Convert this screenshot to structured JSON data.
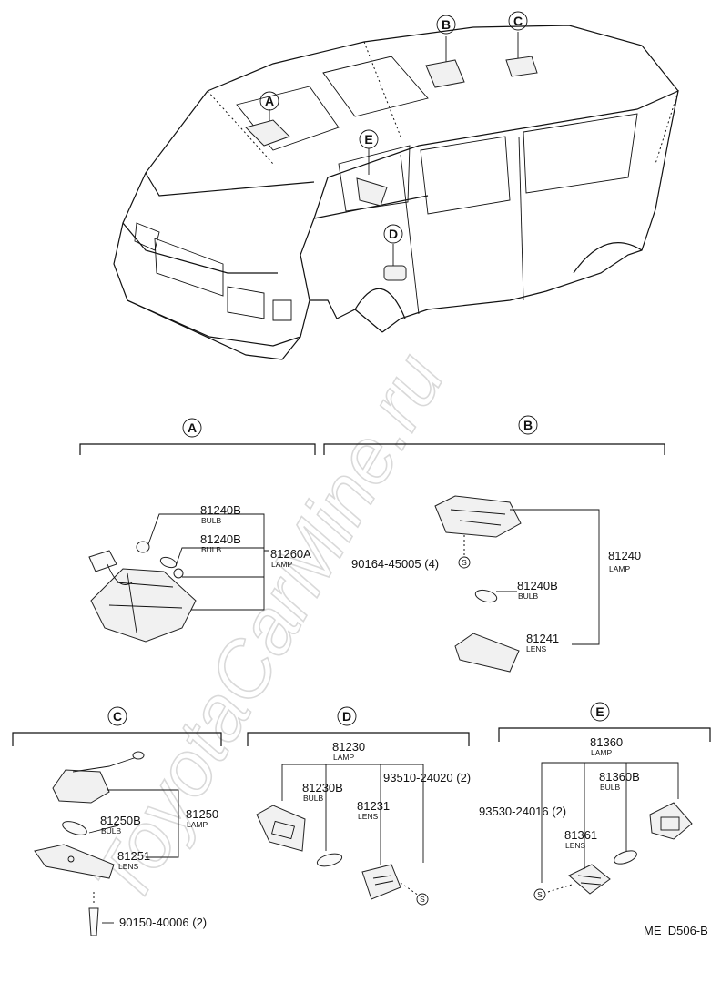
{
  "watermark": "ToyotaCarMine.ru",
  "callouts": {
    "a": "A",
    "b": "B",
    "c": "C",
    "d": "D",
    "e": "E"
  },
  "screw_symbol": "S",
  "section_a": {
    "bulb1": {
      "part": "81240B",
      "desc": "BULB"
    },
    "bulb2": {
      "part": "81240B",
      "desc": "BULB"
    },
    "lamp": {
      "part": "81260A",
      "desc": "LAMP"
    }
  },
  "section_b": {
    "screw": "90164-45005 (4)",
    "lamp": {
      "part": "81240",
      "desc": "LAMP"
    },
    "bulb": {
      "part": "81240B",
      "desc": "BULB"
    },
    "lens": {
      "part": "81241",
      "desc": "LENS"
    }
  },
  "section_c": {
    "lamp": {
      "part": "81250",
      "desc": "LAMP"
    },
    "bulb": {
      "part": "81250B",
      "desc": "BULB"
    },
    "lens": {
      "part": "81251",
      "desc": "LENS"
    },
    "screw": "90150-40006 (2)"
  },
  "section_d": {
    "lamp": {
      "part": "81230",
      "desc": "LAMP"
    },
    "bulb": {
      "part": "81230B",
      "desc": "BULB"
    },
    "lens": {
      "part": "81231",
      "desc": "LENS"
    },
    "screw": "93510-24020 (2)"
  },
  "section_e": {
    "lamp": {
      "part": "81360",
      "desc": "LAMP"
    },
    "bulb": {
      "part": "81360B",
      "desc": "BULB"
    },
    "lens": {
      "part": "81361",
      "desc": "LENS"
    },
    "screw": "93530-24016 (2)"
  },
  "footer_code": "ME  D506-B"
}
